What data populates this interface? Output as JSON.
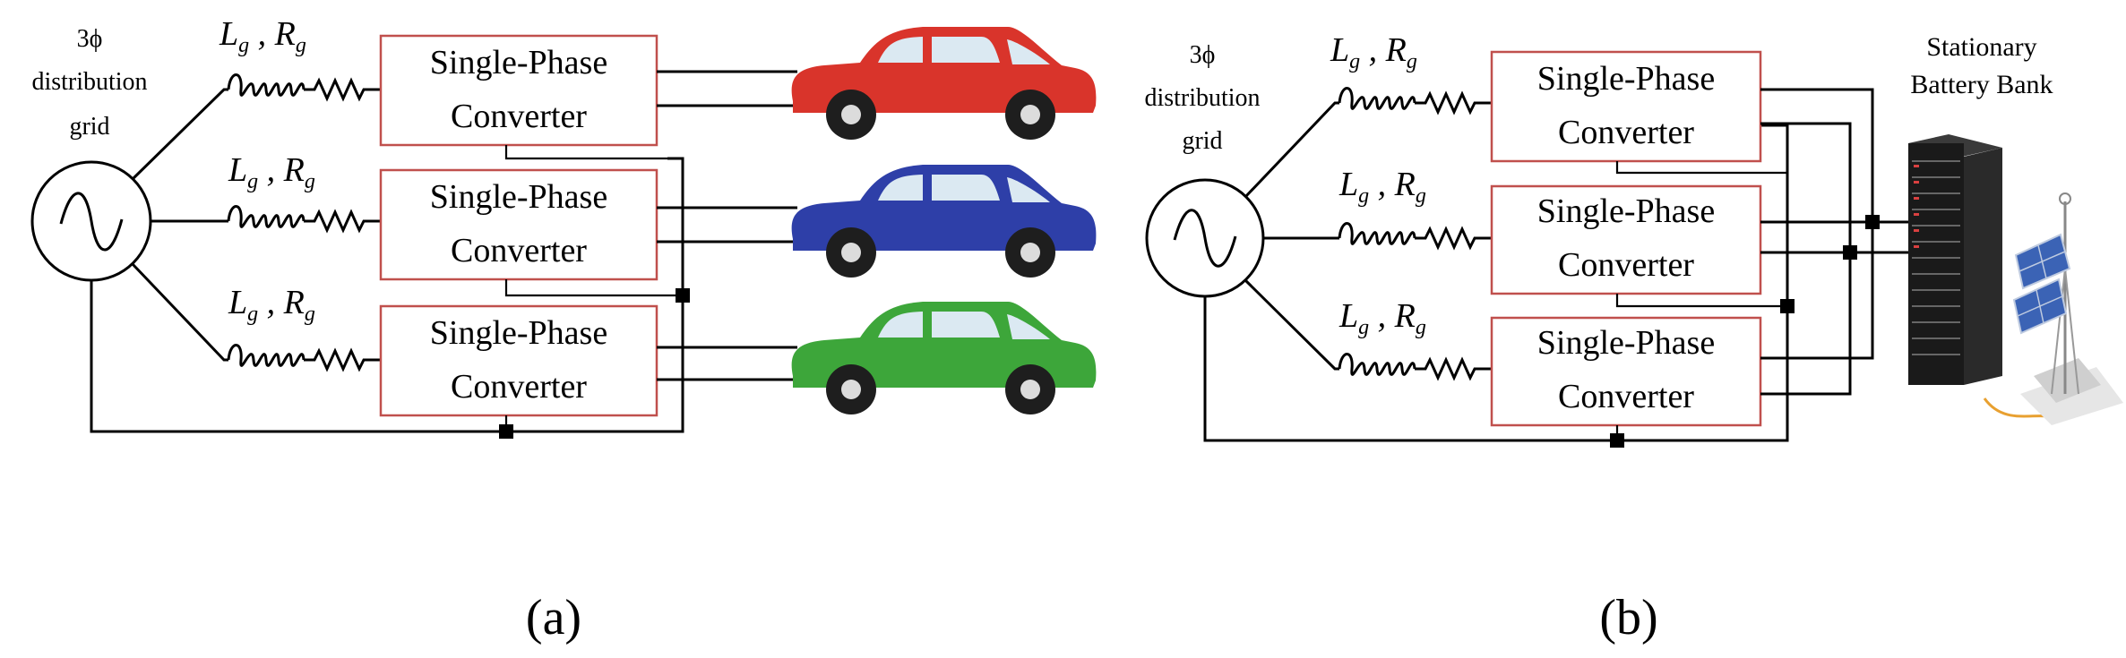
{
  "colors": {
    "box_border": "#c0504d",
    "car_1": "#d9342b",
    "car_2": "#2e3fa8",
    "car_3": "#3da63a",
    "wire": "#000000"
  },
  "panel_a": {
    "source_label": [
      "3ϕ",
      "distribution",
      "grid"
    ],
    "impedance_label": "Lg , Rg",
    "impedance_symbol_L": "L",
    "impedance_symbol_R": "R",
    "impedance_sub": "g",
    "converters": [
      {
        "line1": "Single-Phase",
        "line2": "Converter"
      },
      {
        "line1": "Single-Phase",
        "line2": "Converter"
      },
      {
        "line1": "Single-Phase",
        "line2": "Converter"
      }
    ],
    "loads": [
      "car-red",
      "car-blue",
      "car-green"
    ],
    "caption": "(a)"
  },
  "panel_b": {
    "source_label": [
      "3ϕ",
      "distribution",
      "grid"
    ],
    "impedance_symbol_L": "L",
    "impedance_symbol_R": "R",
    "impedance_sub": "g",
    "converters": [
      {
        "line1": "Single-Phase",
        "line2": "Converter"
      },
      {
        "line1": "Single-Phase",
        "line2": "Converter"
      },
      {
        "line1": "Single-Phase",
        "line2": "Converter"
      }
    ],
    "storage_label": [
      "Stationary",
      "Battery Bank"
    ],
    "caption": "(b)"
  }
}
